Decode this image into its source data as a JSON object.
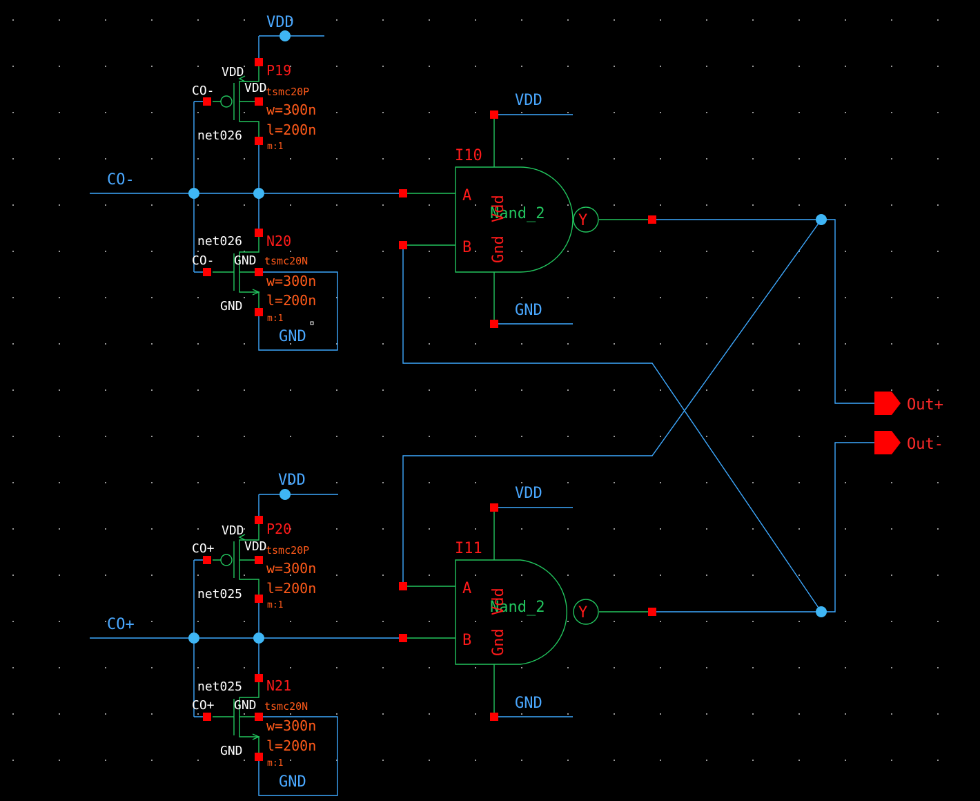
{
  "background_color": "#000000",
  "colors": {
    "wire": "#3ea9ff",
    "symbol": "#22c55e",
    "pin": "#ff0000",
    "junction": "#3fb6f5",
    "instance_label": "#ff1a1a",
    "property_label": "#ff5a1a",
    "net_label": "#4aa8ff",
    "pin_label": "#ffffff"
  },
  "inputs": {
    "co_minus": "CO-",
    "co_plus": "CO+"
  },
  "outputs": {
    "out_plus": "Out+",
    "out_minus": "Out-"
  },
  "supply": {
    "vdd": "VDD",
    "gnd": "GND"
  },
  "inverter_top": {
    "pmos": {
      "name": "P19",
      "model": "tsmc20P",
      "w": "w=300n",
      "l": "l=200n",
      "m": "m:1",
      "gate_label": "CO-",
      "source_label": "VDD",
      "bulk_label": "VDD"
    },
    "nmos": {
      "name": "N20",
      "model": "tsmc20N",
      "w": "w=300n",
      "l": "l=200n",
      "m": "m:1",
      "gate_label": "CO-",
      "source_label": "GND",
      "bulk_label": "GND"
    },
    "net_upper": "net026",
    "net_lower": "net026",
    "gnd_box": "GND"
  },
  "inverter_bottom": {
    "pmos": {
      "name": "P20",
      "model": "tsmc20P",
      "w": "w=300n",
      "l": "l=200n",
      "m": "m:1",
      "gate_label": "CO+",
      "source_label": "VDD",
      "bulk_label": "VDD"
    },
    "nmos": {
      "name": "N21",
      "model": "tsmc20N",
      "w": "w=300n",
      "l": "l=200n",
      "m": "m:1",
      "gate_label": "CO+",
      "source_label": "GND",
      "bulk_label": "GND"
    },
    "net_upper": "net025",
    "net_lower": "net025",
    "gnd_box": "GND"
  },
  "gate_top": {
    "instance": "I10",
    "cell": "Nand_2",
    "pin_a": "A",
    "pin_b": "B",
    "pin_y": "Y",
    "vdd_pin": "Vdd",
    "gnd_pin": "Gnd"
  },
  "gate_bottom": {
    "instance": "I11",
    "cell": "Nand_2",
    "pin_a": "A",
    "pin_b": "B",
    "pin_y": "Y",
    "vdd_pin": "Vdd",
    "gnd_pin": "Gnd"
  }
}
